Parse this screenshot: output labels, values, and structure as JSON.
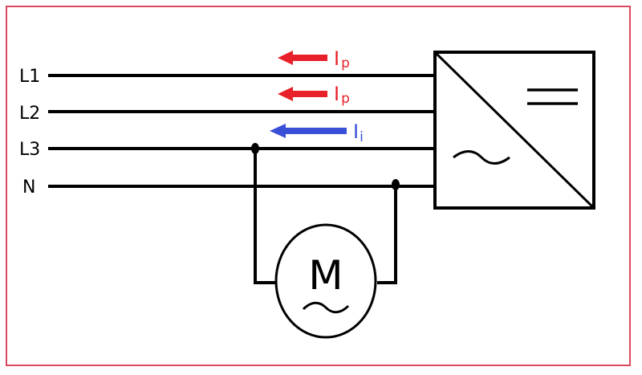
{
  "lines": [
    {
      "label": "L1"
    },
    {
      "label": "L2"
    },
    {
      "label": "L3"
    },
    {
      "label": "N"
    }
  ],
  "currents": [
    {
      "main": "I",
      "sub": "p",
      "color": "#e8202a"
    },
    {
      "main": "I",
      "sub": "p",
      "color": "#e8202a"
    },
    {
      "main": "I",
      "sub": "i",
      "color": "#3a4fd8"
    }
  ],
  "motor": {
    "label": "M"
  },
  "colors": {
    "frame": "#d9485f",
    "wire": "#000000"
  },
  "converter_symbol": "ac-dc-converter-icon"
}
